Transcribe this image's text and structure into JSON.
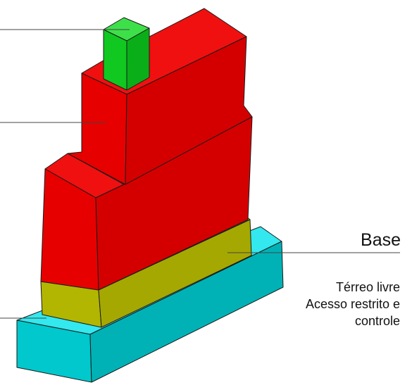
{
  "base_label": {
    "title": "Base",
    "lines": [
      "Térreo livre",
      "Acesso restrito e",
      "controle"
    ]
  },
  "colors": {
    "plinth_front": "#00c8cc",
    "plinth_top": "#33e8ee",
    "plinth_side": "#00b2b6",
    "ground_floor_front": "#b2b600",
    "ground_floor_top": "#ccd000",
    "ground_floor_side": "#a5a800",
    "tower_front": "#e60000",
    "tower_top": "#f01010",
    "tower_side": "#d40000",
    "roof_block_front": "#10c820",
    "roof_block_top": "#3ee04a",
    "roof_block_side": "#0aae18",
    "edge": "#1a1a1a",
    "leader": "#444444"
  }
}
